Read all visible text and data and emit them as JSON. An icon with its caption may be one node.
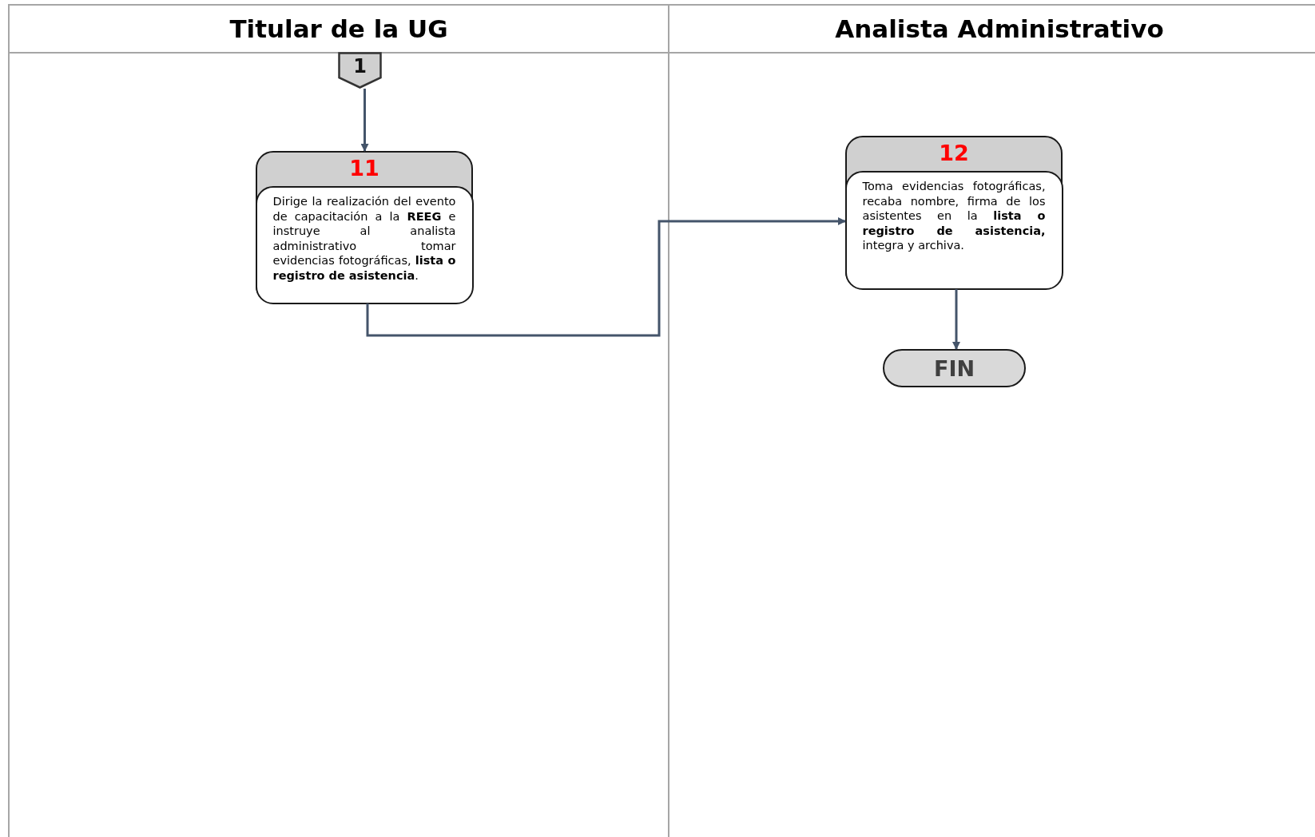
{
  "diagram": {
    "nodes": [
      {
        "text": [
          "Titular de la UG"
        ]
      },
      {
        "text": [
          "Analista Administrativo"
        ]
      },
      {
        "text": [
          "1"
        ],
        "in": 0
      },
      {
        "text": [
          "11",
          "Dirige la realización del evento de capacitación a la **REEG** e instruye al analista administrativo tomar evidencias fotográficas, **lista o registro de asistencia**."
        ],
        "in": 0
      },
      {
        "text": [
          "12",
          "Toma evidencias fotográficas, recaba nombre, firma de los asistentes en la **lista o registro de asistencia,** integra y archiva."
        ],
        "in": 1
      },
      {
        "text": [
          "FIN"
        ],
        "in": 1
      }
    ],
    "edges": [
      {
        "from": 2,
        "to": 3,
        "arrow": "to"
      },
      {
        "from": 3,
        "to": 4,
        "arrow": "to"
      },
      {
        "from": 4,
        "to": 5,
        "arrow": "to"
      }
    ]
  }
}
